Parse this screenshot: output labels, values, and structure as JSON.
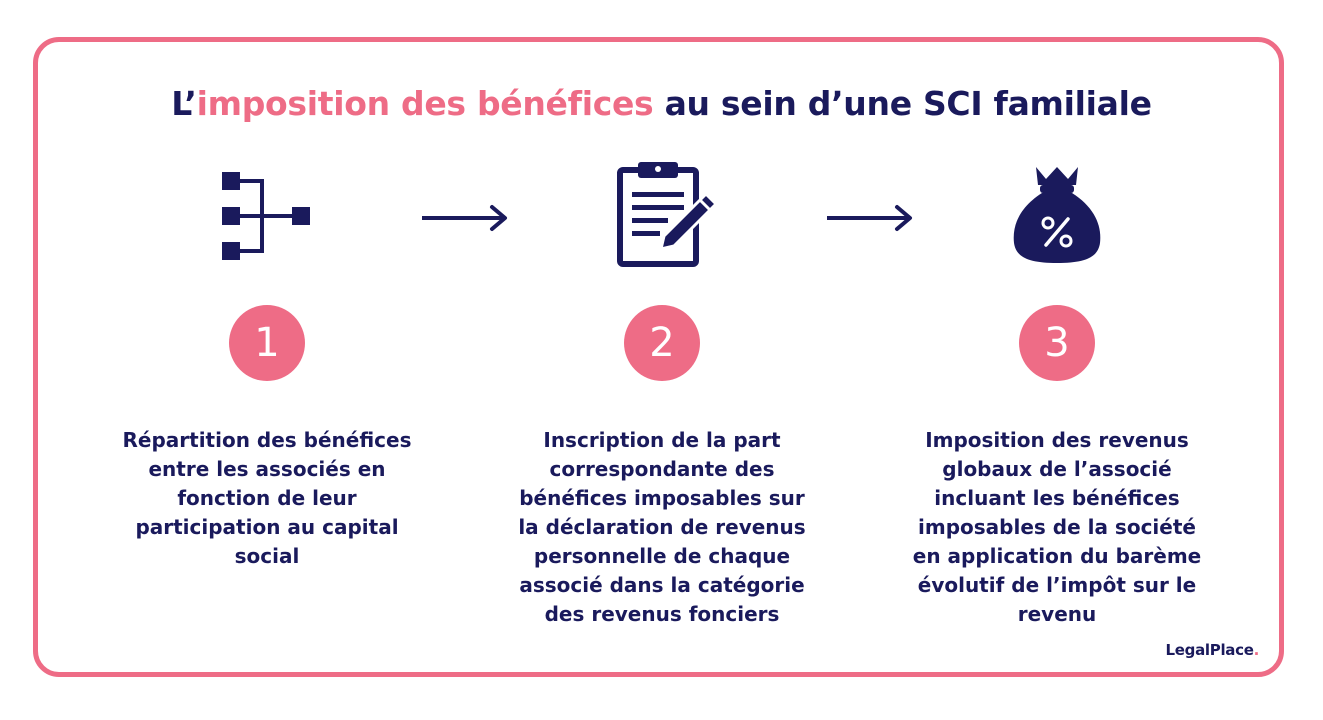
{
  "title": {
    "prefix": "L’",
    "highlight": "imposition des bénéfices",
    "suffix": " au sein d’une SCI familiale"
  },
  "steps": [
    {
      "number": "1",
      "icon": "hierarchy-icon",
      "text": "Répartition des bénéfices entre les associés en fonction de leur participation au capital social"
    },
    {
      "number": "2",
      "icon": "clipboard-pen-icon",
      "text": "Inscription de la part correspondante des bénéfices imposables sur la déclaration de revenus personnelle de chaque associé dans la catégorie des revenus fonciers"
    },
    {
      "number": "3",
      "icon": "money-bag-percent-icon",
      "text": "Imposition des revenus globaux de l’associé incluant les bénéfices imposables de la société en application du barème évolutif de l’impôt sur le revenu"
    }
  ],
  "brand": {
    "name": "LegalPlace",
    "dot": "."
  },
  "colors": {
    "accent": "#EE6C86",
    "navy": "#1A1A5C"
  }
}
